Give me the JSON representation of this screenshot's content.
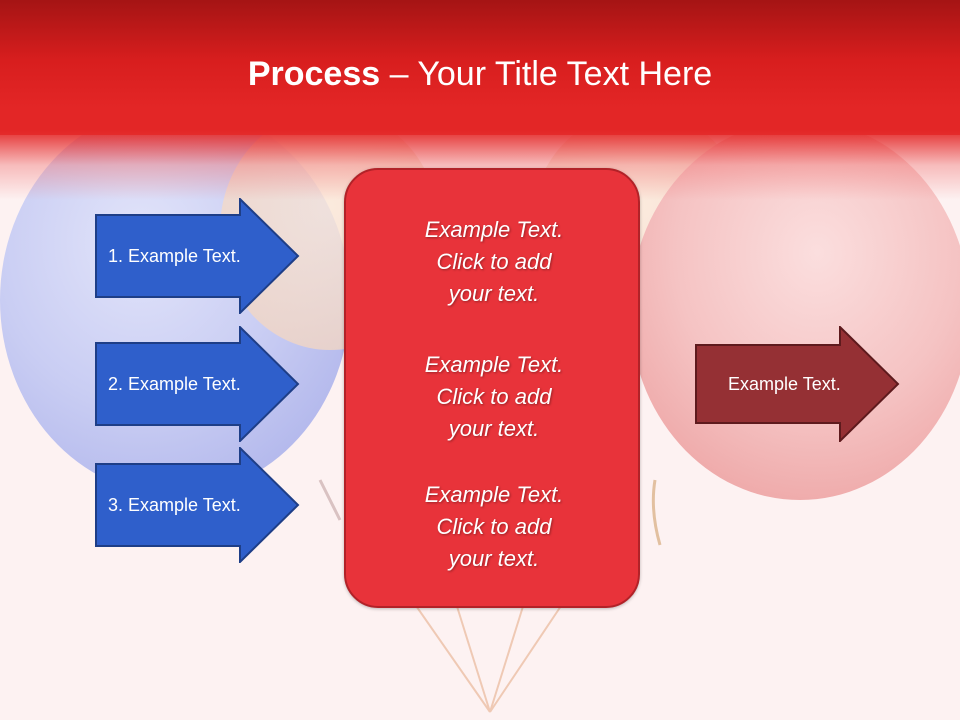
{
  "title": {
    "bold": "Process",
    "rest": " – Your Title Text Here"
  },
  "left_steps": [
    {
      "label": "1. Example Text."
    },
    {
      "label": "2. Example Text."
    },
    {
      "label": "3. Example Text."
    }
  ],
  "center_texts": [
    {
      "line1": "Example Text.",
      "line2": "Click  to add",
      "line3": "your text."
    },
    {
      "line1": "Example Text.",
      "line2": "Click  to add",
      "line3": "your text."
    },
    {
      "line1": "Example Text.",
      "line2": "Click  to add",
      "line3": "your text."
    }
  ],
  "right_output": {
    "label": "Example Text."
  },
  "colors": {
    "title_bar": "#d81e1e",
    "left_arrows": "#2f5fcb",
    "center_box": "#e8333a",
    "right_arrow": "#953034",
    "balloon_blue": "#c8ccf2",
    "balloon_red": "#f4bcbc"
  }
}
